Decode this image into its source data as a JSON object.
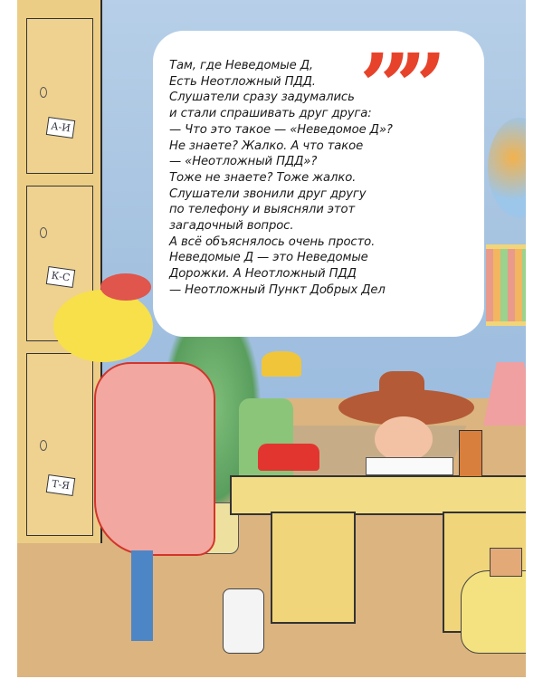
{
  "illustration": {
    "description": "Cartoon office scene: woman in pink coat by filing cabinet, man in green uniform saluting, man in cowboy hat at desk with phone, book, magnifier, pencil cup, lamp, globe and bookshelf",
    "cabinet_tags": [
      "А-И",
      "К-С",
      "Т-Я"
    ],
    "colors": {
      "wall": "#a9c6e2",
      "floor": "#dcb47f",
      "cabinet": "#eccd86",
      "quote_mark": "#e7432b",
      "bubble": "#ffffff",
      "text": "#1a1a1a"
    }
  },
  "bubble": {
    "quote_mark": "”",
    "lines": [
      "Там, где Неведомые Д,",
      "Есть Неотложный ПДД.",
      "Слушатели сразу задумались",
      "и стали спрашивать друг друга:",
      "— Что это такое — «Неведомое Д»?",
      "Не знаете? Жалко. А что такое",
      "— «Неотложный ПДД»?",
      "Тоже не знаете? Тоже жалко.",
      "Слушатели звонили друг другу",
      "по телефону и выясняли этот",
      "загадочный вопрос.",
      "А всё объяснялось очень просто.",
      "Неведомые Д — это Неведомые",
      "Дорожки. А Неотложный ПДД",
      "— Неотложный Пункт Добрых Дел"
    ]
  }
}
